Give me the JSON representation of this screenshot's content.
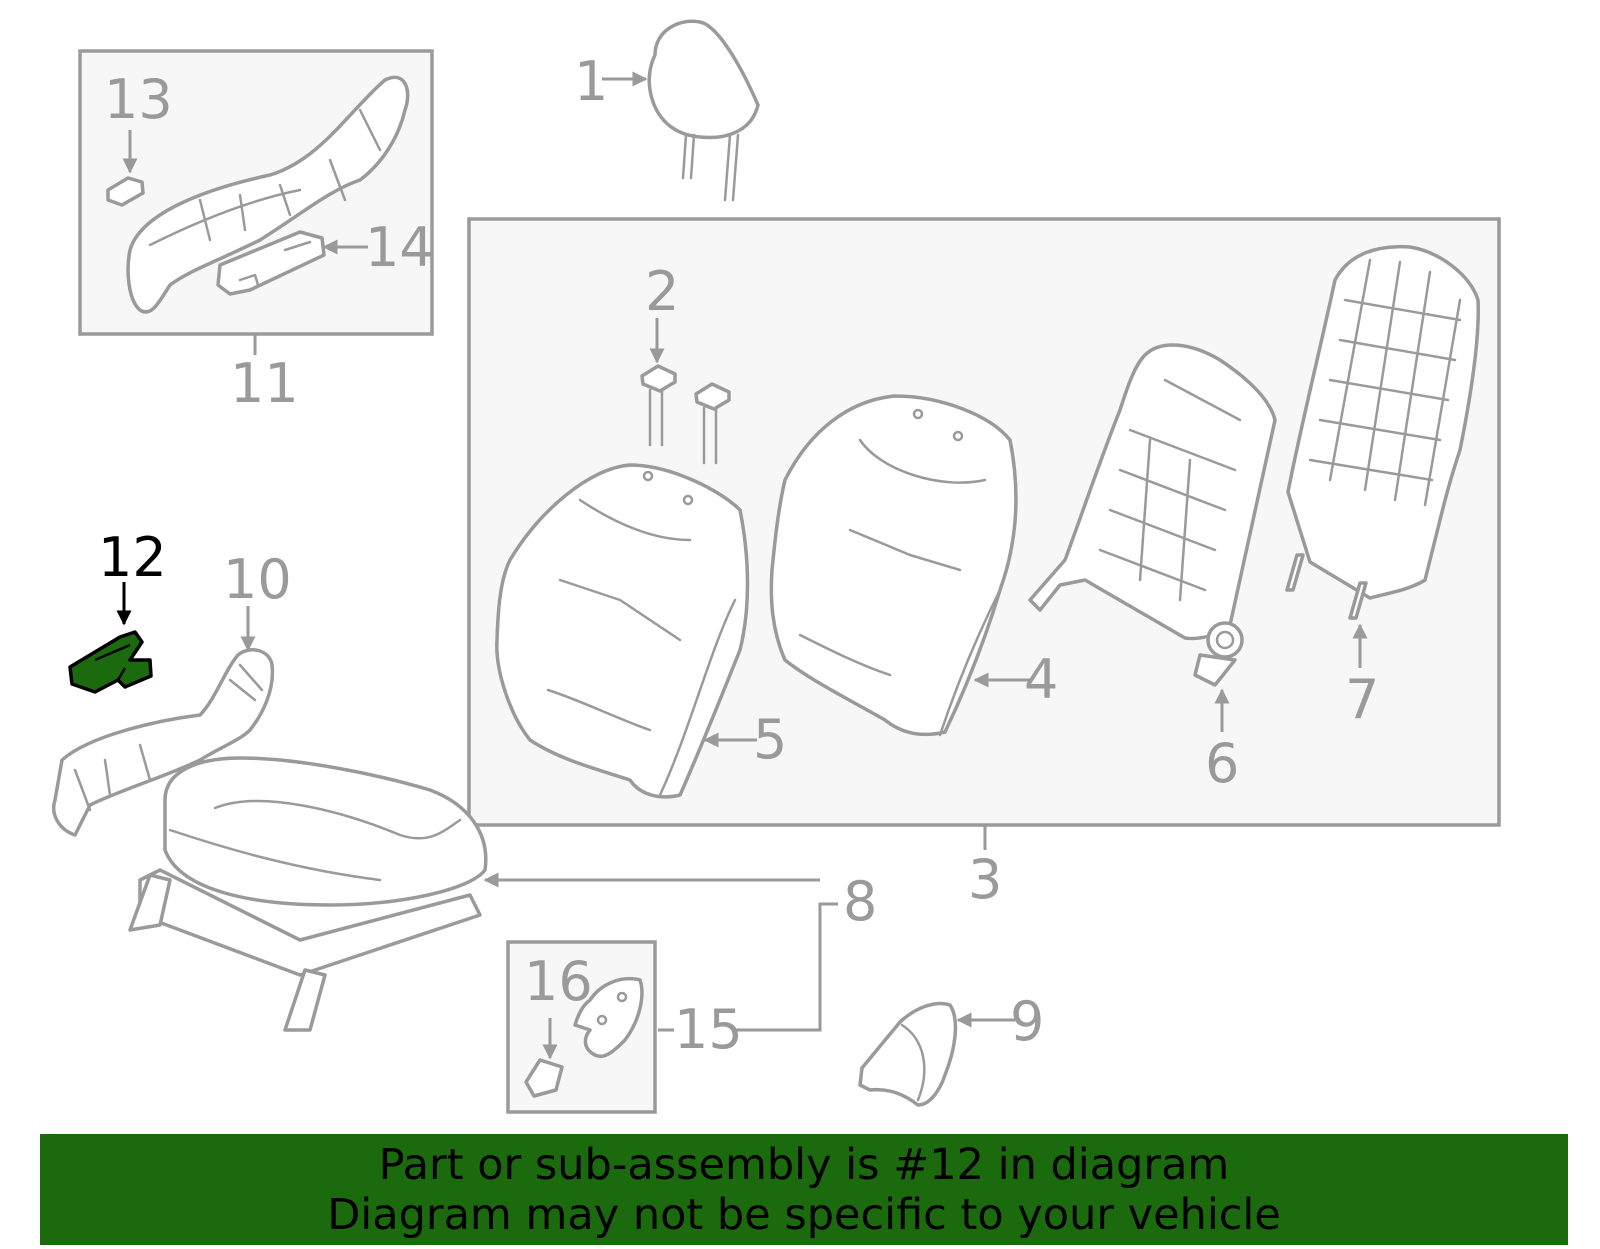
{
  "diagram": {
    "highlighted_part": "12",
    "highlight_color": "#1b6a0e",
    "line_color": "#9a9a9a",
    "callouts": {
      "c1": "1",
      "c2": "2",
      "c3": "3",
      "c4": "4",
      "c5": "5",
      "c6": "6",
      "c7": "7",
      "c8": "8",
      "c9": "9",
      "c10": "10",
      "c11": "11",
      "c12": "12",
      "c13": "13",
      "c14": "14",
      "c15": "15",
      "c16": "16"
    }
  },
  "banner": {
    "line1": "Part or sub-assembly is #12 in diagram",
    "line2": "Diagram may not be specific to your vehicle",
    "background": "#1b6a0e"
  }
}
